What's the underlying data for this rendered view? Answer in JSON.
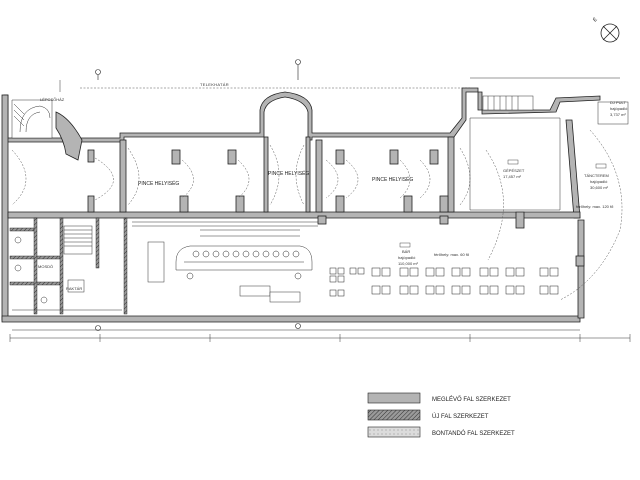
{
  "compass": {
    "north_label": "É"
  },
  "top": {
    "boundary_label": "TELEKHATÁR"
  },
  "rooms": {
    "lepcsohaz": "LÉPCSŐHÁZ",
    "pince_1": "PINCE HELYISÉG",
    "pince_2": "PINCE HELYISÉG",
    "pince_3": "PINCE HELYISÉG",
    "gepeszet": "GÉPÉSZET",
    "gepeszet_area": "17,457 m²",
    "tanc_terem": "TÁNCTEREM",
    "tanc_sub": "hajópadló",
    "tanc_area": "30,600 m²",
    "dj_pult": "DJ PULT",
    "dj_sub": "hajópadló",
    "dj_area": "3,737 m²",
    "bar": "BÁR",
    "bar_sub": "hajópadló",
    "bar_area": "110,000 m²",
    "ferohely_1": "férőhely: max. 60 fő",
    "ferohely_2": "férőhely: max. 120 fő",
    "mosdo": "MOSDÓ",
    "raktar": "RAKTÁR"
  },
  "legend": {
    "items": [
      {
        "label": "MEGLÉVŐ FAL SZERKEZET",
        "fill": "#b4b4b4"
      },
      {
        "label": "ÚJ FAL SZERKEZET",
        "fill": "#7a7a7a"
      },
      {
        "label": "BONTANDÓ FAL SZERKEZET",
        "fill": "#d0d0d0"
      }
    ]
  },
  "colors": {
    "existing_wall": "#b4b4b4",
    "new_wall": "#7a7a7a",
    "demolish_wall": "#d0d0d0",
    "line": "#222222"
  }
}
